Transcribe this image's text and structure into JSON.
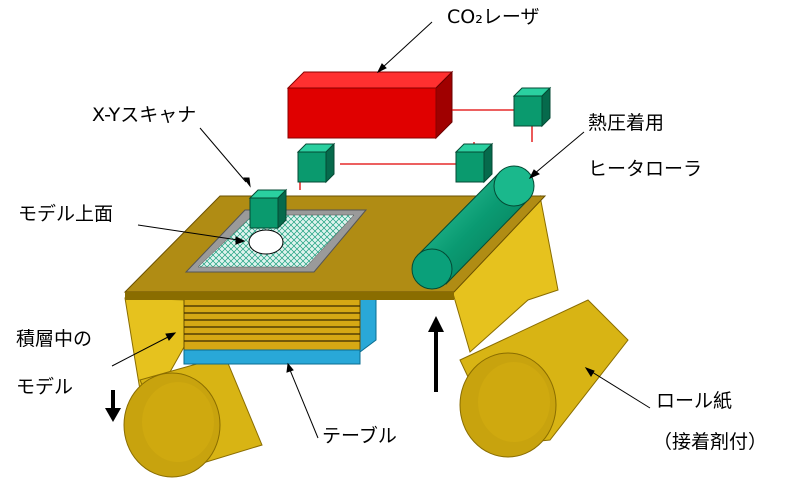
{
  "labels": {
    "co2_laser": "CO₂レーザ",
    "xy_scanner": "X-Yスキャナ",
    "model_top": "モデル上面",
    "heat_roller_1": "熱圧着用",
    "heat_roller_2": "ヒータローラ",
    "stacking_model_1": "積層中の",
    "stacking_model_2": "モデル",
    "table": "テーブル",
    "roll_paper_1": "ロール紙",
    "roll_paper_2": "（接着剤付）"
  },
  "colors": {
    "laser_red": "#e00000",
    "scanner_green": "#0a9a6e",
    "sheet_brown": "#b08c14",
    "roll_yellow": "#e6c21e",
    "table_blue": "#29a8d8",
    "roller_teal": "#0aa07a"
  }
}
